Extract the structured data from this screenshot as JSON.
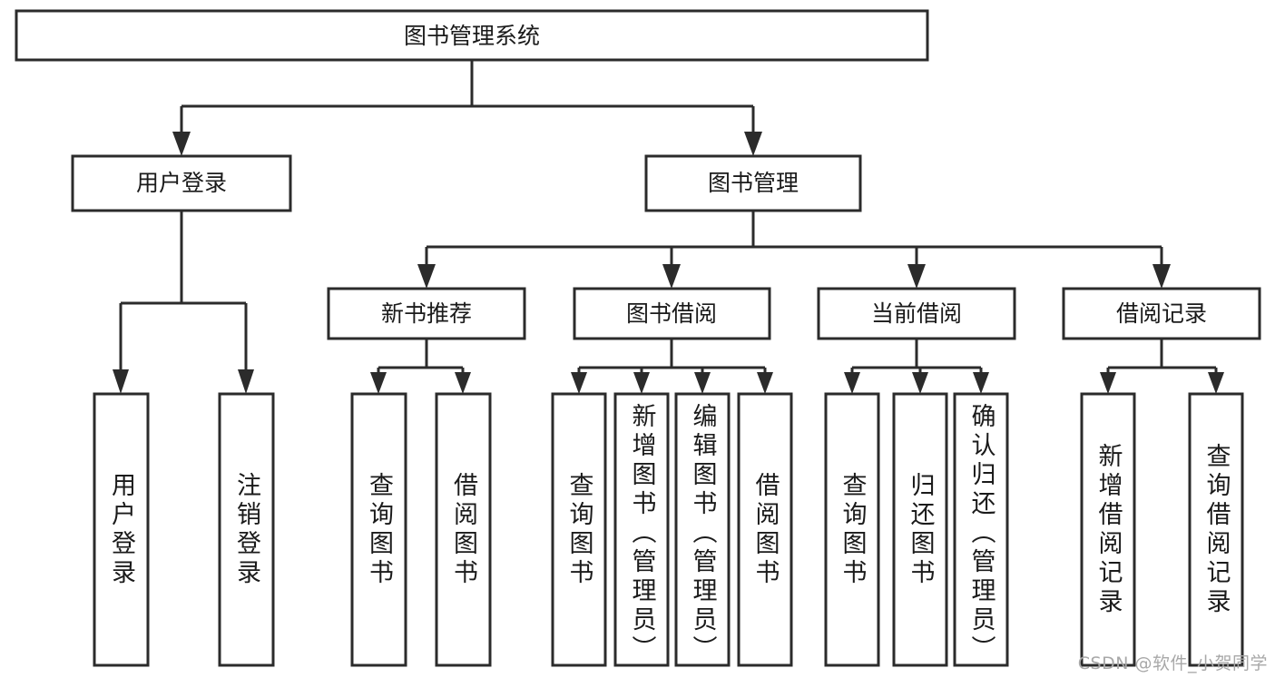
{
  "diagram": {
    "title": "图书管理系统",
    "colors": {
      "box_fill": "#ffffff",
      "box_stroke": "#2b2b2b",
      "text": "#1a1a1a",
      "connector": "#2b2b2b",
      "watermark": "#a8a8a8",
      "background": "#ffffff"
    },
    "root": {
      "label": "图书管理系统"
    },
    "level2": [
      {
        "label": "用户登录"
      },
      {
        "label": "图书管理"
      }
    ],
    "level3": [
      {
        "label": "新书推荐"
      },
      {
        "label": "图书借阅"
      },
      {
        "label": "当前借阅"
      },
      {
        "label": "借阅记录"
      }
    ],
    "leaves": [
      {
        "label": "用户登录",
        "parent": "用户登录"
      },
      {
        "label": "注销登录",
        "parent": "用户登录"
      },
      {
        "label": "查询图书",
        "parent": "新书推荐"
      },
      {
        "label": "借阅图书",
        "parent": "新书推荐"
      },
      {
        "label": "查询图书",
        "parent": "图书借阅"
      },
      {
        "label": "新增图书（管理员）",
        "parent": "图书借阅"
      },
      {
        "label": "编辑图书（管理员）",
        "parent": "图书借阅"
      },
      {
        "label": "借阅图书",
        "parent": "图书借阅"
      },
      {
        "label": "查询图书",
        "parent": "当前借阅"
      },
      {
        "label": "归还图书",
        "parent": "当前借阅"
      },
      {
        "label": "确认归还（管理员）",
        "parent": "当前借阅"
      },
      {
        "label": "新增借阅记录",
        "parent": "借阅记录"
      },
      {
        "label": "查询借阅记录",
        "parent": "借阅记录"
      }
    ],
    "watermark": "CSDN @软件_小贺同学"
  }
}
